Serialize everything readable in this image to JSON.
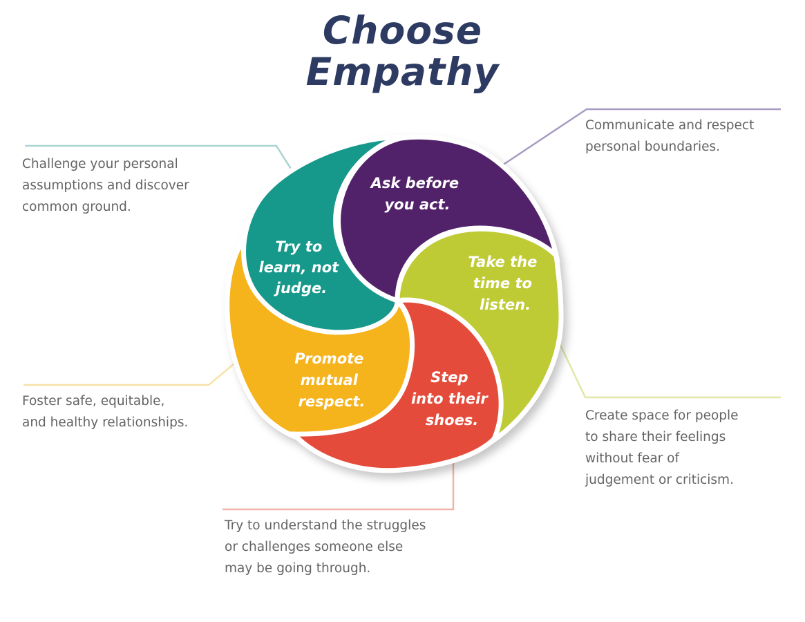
{
  "title": {
    "line1": "Choose",
    "line2": "Empathy"
  },
  "colors": {
    "title": "#2d3b63",
    "teal": "#12988b",
    "purple": "#512369",
    "lime": "#bfcb36",
    "red": "#e54c3b",
    "yellow": "#f5b31b",
    "note_text": "#646464"
  },
  "segments": [
    {
      "id": "teal",
      "lines": [
        "Try to",
        "learn, not",
        "judge."
      ]
    },
    {
      "id": "purple",
      "lines": [
        "Ask before",
        "you act."
      ]
    },
    {
      "id": "lime",
      "lines": [
        "Take the",
        "time to",
        "listen."
      ]
    },
    {
      "id": "red",
      "lines": [
        "Step",
        "into their",
        "shoes."
      ]
    },
    {
      "id": "yellow",
      "lines": [
        "Promote",
        "mutual",
        "respect."
      ]
    }
  ],
  "notes": {
    "teal": {
      "lines": [
        "Challenge your personal",
        "assumptions and discover",
        "common ground."
      ]
    },
    "purple": {
      "lines": [
        "Communicate and respect",
        "personal boundaries."
      ]
    },
    "lime": {
      "lines": [
        "Create space for people",
        "to share their feelings",
        "without fear of",
        "judgement or criticism."
      ]
    },
    "red": {
      "lines": [
        "Try to understand the struggles",
        "or challenges someone else",
        "may be going through."
      ]
    },
    "yellow": {
      "lines": [
        "Foster safe, equitable,",
        "and healthy relationships."
      ]
    }
  }
}
